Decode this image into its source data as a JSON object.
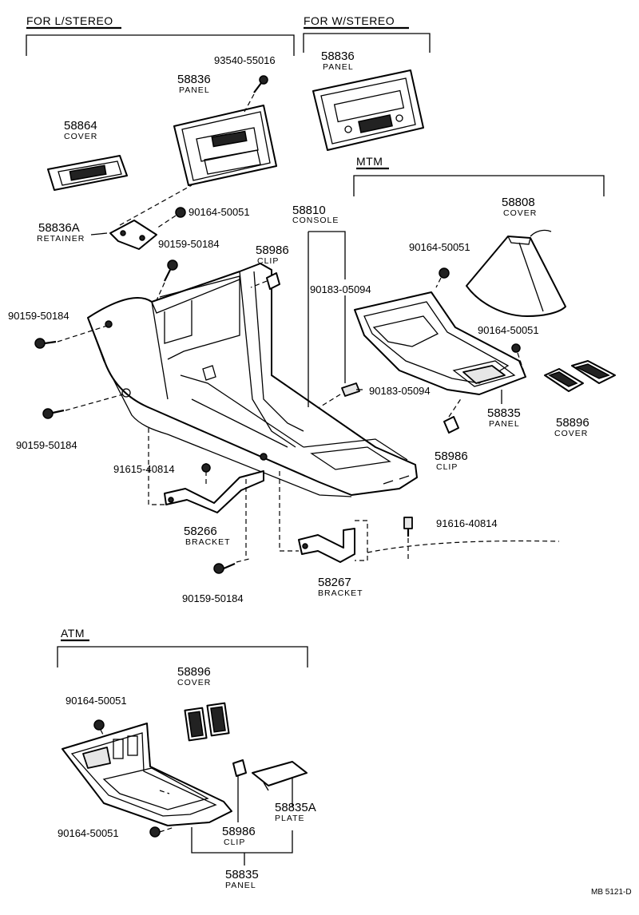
{
  "sections": {
    "l_stereo": "FOR L/STEREO",
    "w_stereo": "FOR W/STEREO",
    "mtm": "MTM",
    "atm": "ATM"
  },
  "labels": {
    "p93540": "93540-55016",
    "p58836a_num": "58836",
    "p58836a_name": "PANEL",
    "p58836b_num": "58836",
    "p58836b_name": "PANEL",
    "p58864_num": "58864",
    "p58864_name": "COVER",
    "p58836A_num": "58836A",
    "p58836A_name": "RETAINER",
    "p90164_a": "90164-50051",
    "p90159_a": "90159-50184",
    "p58810_num": "58810",
    "p58810_name": "CONSOLE",
    "p58986_a_num": "58986",
    "p58986_a_name": "CLIP",
    "p90183_a": "90183-05094",
    "p90159_b": "90159-50184",
    "p90159_c": "90159-50184",
    "p90183_b": "90183-05094",
    "p58808_num": "58808",
    "p58808_name": "COVER",
    "p90164_b": "90164-50051",
    "p90164_c": "90164-50051",
    "p58835_a_num": "58835",
    "p58835_a_name": "PANEL",
    "p58896_a_num": "58896",
    "p58896_a_name": "COVER",
    "p58986_b_num": "58986",
    "p58986_b_name": "CLIP",
    "p91615": "91615-40814",
    "p91616": "91616-40814",
    "p58266_num": "58266",
    "p58266_name": "BRACKET",
    "p58267_num": "58267",
    "p58267_name": "BRACKET",
    "p90159_d": "90159-50184",
    "p58896_b_num": "58896",
    "p58896_b_name": "COVER",
    "p90164_d": "90164-50051",
    "p58835A_num": "58835A",
    "p58835A_name": "PLATE",
    "p58986_c_num": "58986",
    "p58986_c_name": "CLIP",
    "p90164_e": "90164-50051",
    "p58835_b_num": "58835",
    "p58835_b_name": "PANEL"
  },
  "footer_code": "MB 5121-D"
}
